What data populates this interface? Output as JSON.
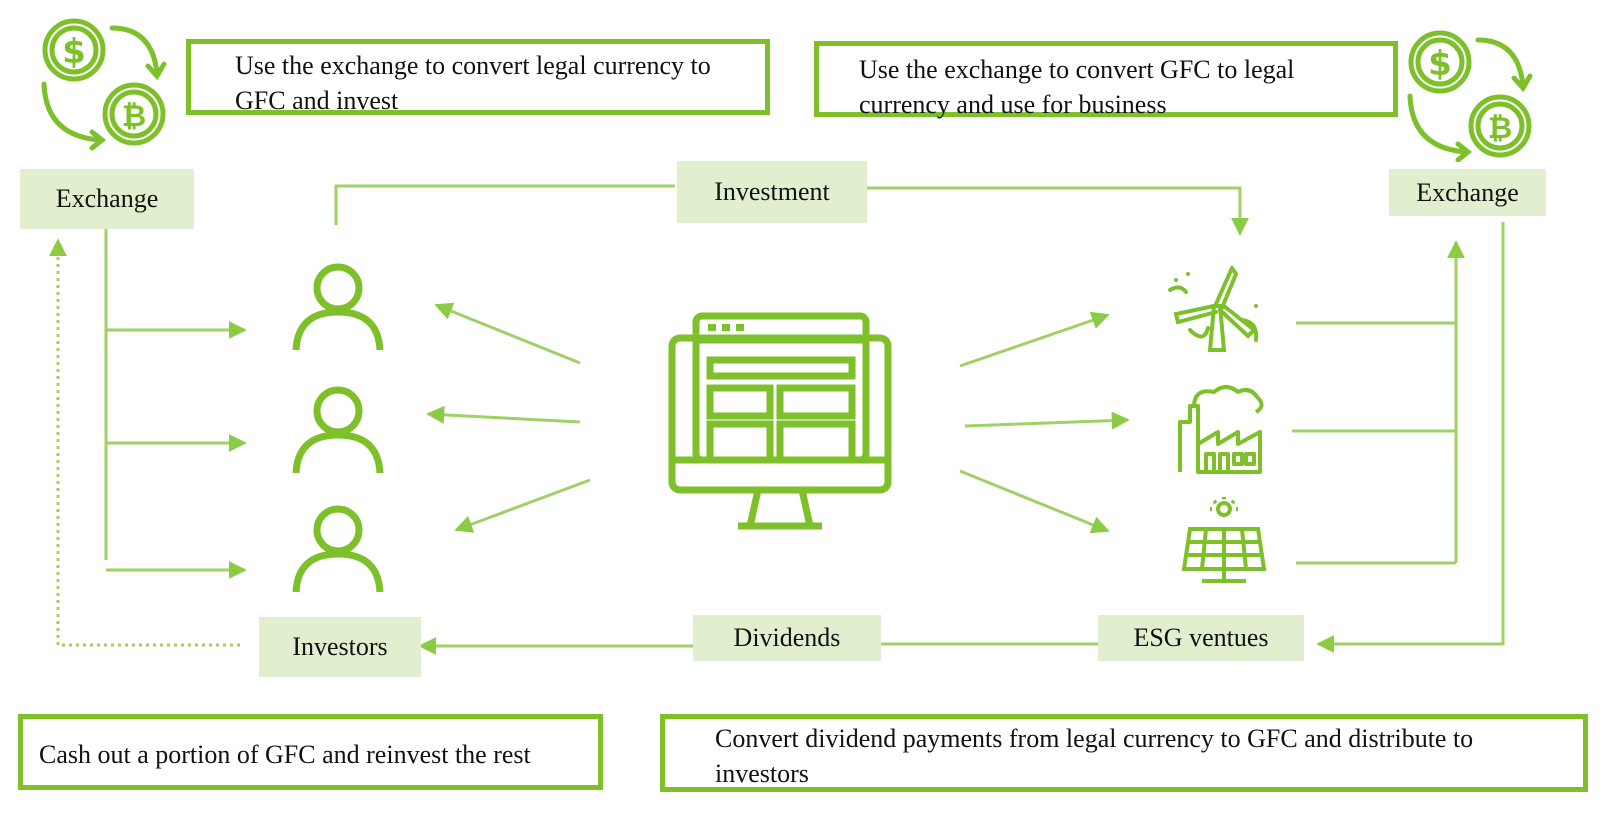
{
  "notes": {
    "top_left": "Use the exchange to convert legal currency to GFC and invest",
    "top_right": "Use the exchange to convert GFC to legal currency and use for business",
    "bottom_left": "Cash out a portion of GFC and reinvest the rest",
    "bottom_right": "Convert dividend payments from legal currency to GFC and distribute to investors"
  },
  "labels": {
    "exchange_left": "Exchange",
    "exchange_right": "Exchange",
    "investment": "Investment",
    "investors": "Investors",
    "dividends": "Dividends",
    "esg": "ESG ventues"
  },
  "icons": {
    "currency_exchange": "currency-exchange-icon",
    "person": "person-icon",
    "platform": "computer-monitor-icon",
    "wind": "wind-turbine-icon",
    "factory": "factory-icon",
    "solar": "solar-panel-icon"
  },
  "colors": {
    "accent": "#7dc02a",
    "line": "#9fd166",
    "label_bg": "#e2efcf"
  }
}
